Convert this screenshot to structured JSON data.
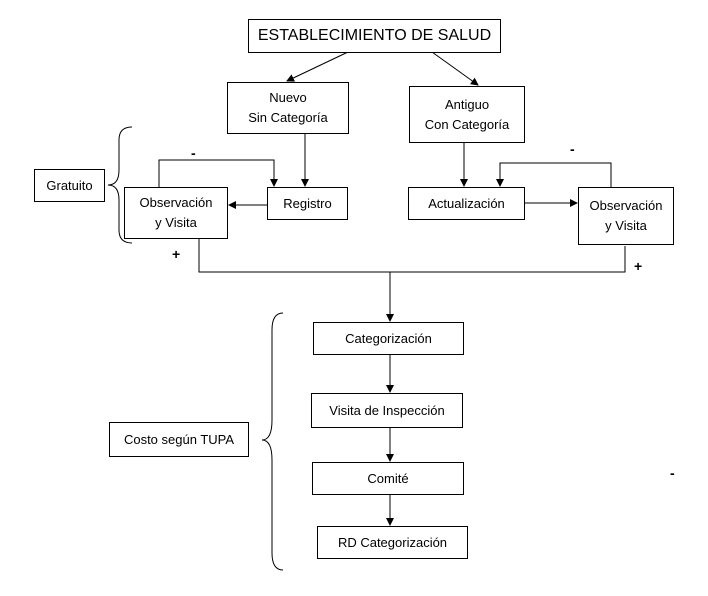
{
  "nodes": {
    "root": "ESTABLECIMIENTO DE SALUD",
    "nuevo": "Nuevo\nSin Categoría",
    "antiguo": "Antiguo\nCon Categoría",
    "registro": "Registro",
    "obs_left": "Observación\ny Visita",
    "actualizacion": "Actualización",
    "obs_right": "Observación\ny Visita",
    "categorizacion": "Categorización",
    "visita": "Visita de Inspección",
    "comite": "Comité",
    "rd": "RD Categorización"
  },
  "annotations": {
    "gratuito": "Gratuito",
    "costo": "Costo según TUPA"
  },
  "signs": {
    "minus_left": "-",
    "minus_right": "-",
    "plus_left": "+",
    "plus_right": "+",
    "minus_far": "-"
  }
}
